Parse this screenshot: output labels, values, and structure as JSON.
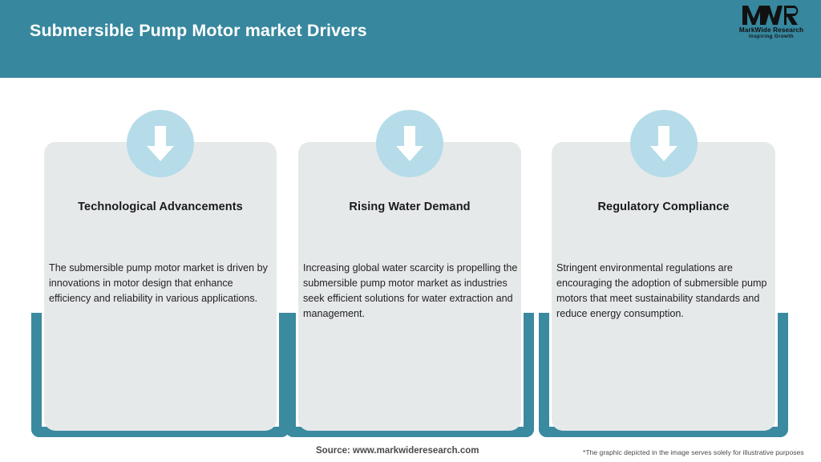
{
  "header": {
    "title": "Submersible Pump Motor market Drivers",
    "background_color": "#37879E",
    "title_color": "#ffffff"
  },
  "logo": {
    "mark": "MWR",
    "name": "MarkWide Research",
    "tagline": "Inspiring Growth"
  },
  "theme": {
    "accent_teal": "#3A8AA0",
    "icon_circle": "#B5DCE8",
    "card_background": "#E6E9EA",
    "page_background": "#ffffff"
  },
  "cards": [
    {
      "icon": "arrow-down-icon",
      "heading": "Technological Advancements",
      "text": "The submersible pump motor market is driven by innovations in motor design that enhance efficiency and reliability in various applications."
    },
    {
      "icon": "arrow-down-icon",
      "heading": "Rising Water Demand",
      "text": "Increasing global water scarcity is propelling the submersible pump motor market as industries seek efficient solutions for water extraction and management."
    },
    {
      "icon": "arrow-down-icon",
      "heading": "Regulatory Compliance",
      "text": "Stringent environmental regulations are encouraging the adoption of submersible pump motors that meet sustainability standards and reduce energy consumption."
    }
  ],
  "footer": {
    "source": "Source: www.markwideresearch.com",
    "disclaimer": "*The graphic depicted in the image serves solely for illustrative purposes"
  }
}
